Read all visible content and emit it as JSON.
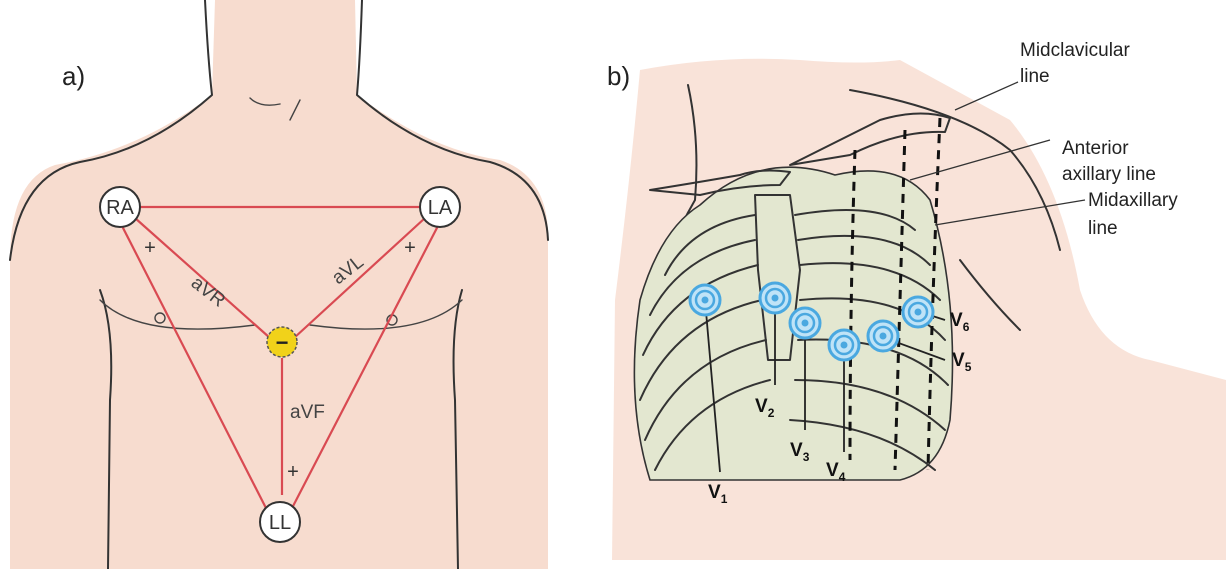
{
  "panel_a": {
    "label": "a)",
    "electrodes": {
      "ra": "RA",
      "la": "LA",
      "ll": "LL"
    },
    "leads": {
      "avr": "aVR",
      "avl": "aVL",
      "avf": "aVF"
    },
    "plus": "+",
    "minus": "−",
    "colors": {
      "lead_line": "#d94a52",
      "skin": "#f7dccf",
      "negative_pole": "#f1d21a"
    }
  },
  "panel_b": {
    "label": "b)",
    "chest_leads": [
      {
        "main": "V",
        "sub": "1"
      },
      {
        "main": "V",
        "sub": "2"
      },
      {
        "main": "V",
        "sub": "3"
      },
      {
        "main": "V",
        "sub": "4"
      },
      {
        "main": "V",
        "sub": "5"
      },
      {
        "main": "V",
        "sub": "6"
      }
    ],
    "annotations": {
      "midclavicular": [
        "Midclavicular",
        "line"
      ],
      "anterior_axillary": [
        "Anterior",
        "axillary line"
      ],
      "midaxillary": [
        "Midaxillary",
        "line"
      ]
    },
    "colors": {
      "electrode": "#4aa8e0",
      "ribcage": "#e3e7d0"
    }
  }
}
